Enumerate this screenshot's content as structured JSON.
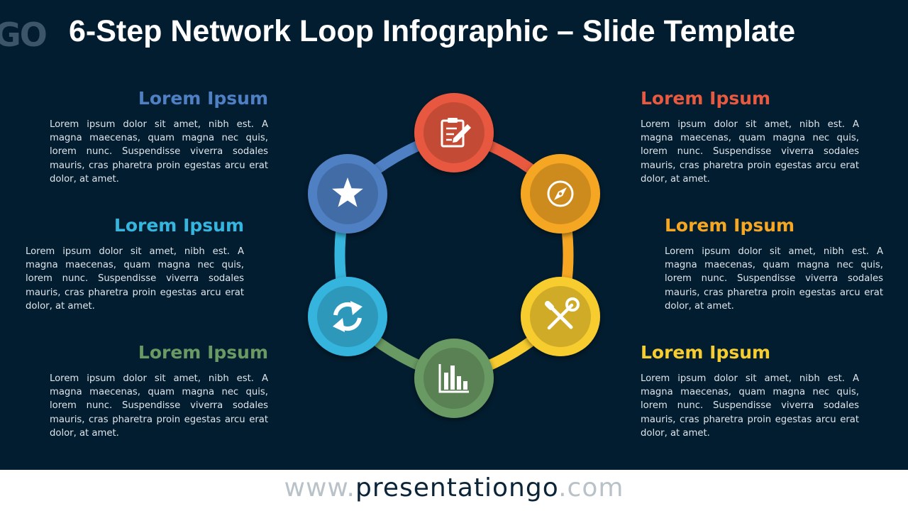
{
  "header": {
    "logo_text": "GO",
    "title": "6-Step Network Loop Infographic – Slide Template"
  },
  "steps": [
    {
      "heading": "Lorem Ipsum",
      "body": "Lorem ipsum dolor sit amet, nibh est. A magna maecenas, quam magna nec quis, lorem nunc. Suspendisse viverra sodales mauris, cras pharetra proin egestas arcu erat dolor, at amet.",
      "color": "#e8593f",
      "icon": "clipboard-edit-icon"
    },
    {
      "heading": "Lorem Ipsum",
      "body": "Lorem ipsum dolor sit amet, nibh est. A magna maecenas, quam magna nec quis, lorem nunc. Suspendisse viverra sodales mauris, cras pharetra proin egestas arcu erat dolor, at amet.",
      "color": "#f5a623",
      "icon": "compass-icon"
    },
    {
      "heading": "Lorem Ipsum",
      "body": "Lorem ipsum dolor sit amet, nibh est. A magna maecenas, quam magna nec quis, lorem nunc. Suspendisse viverra sodales mauris, cras pharetra proin egestas arcu erat dolor, at amet.",
      "color": "#f7cc2e",
      "icon": "tools-icon"
    },
    {
      "heading": "Lorem Ipsum",
      "body": "Lorem ipsum dolor sit amet, nibh est. A magna maecenas, quam magna nec quis, lorem nunc. Suspendisse viverra sodales mauris, cras pharetra proin egestas arcu erat dolor, at amet.",
      "color": "#6a9a63",
      "icon": "bar-chart-icon"
    },
    {
      "heading": "Lorem Ipsum",
      "body": "Lorem ipsum dolor sit amet, nibh est. A magna maecenas, quam magna nec quis, lorem nunc. Suspendisse viverra sodales mauris, cras pharetra proin egestas arcu erat dolor, at amet.",
      "color": "#36b5de",
      "icon": "refresh-icon"
    },
    {
      "heading": "Lorem Ipsum",
      "body": "Lorem ipsum dolor sit amet, nibh est. A magna maecenas, quam magna nec quis, lorem nunc. Suspendisse viverra sodales mauris, cras pharetra proin egestas arcu erat dolor, at amet.",
      "color": "#4f80c4",
      "icon": "star-icon"
    }
  ],
  "footer": {
    "prefix": "www.",
    "brand": "presentationgo",
    "suffix": ".com"
  }
}
